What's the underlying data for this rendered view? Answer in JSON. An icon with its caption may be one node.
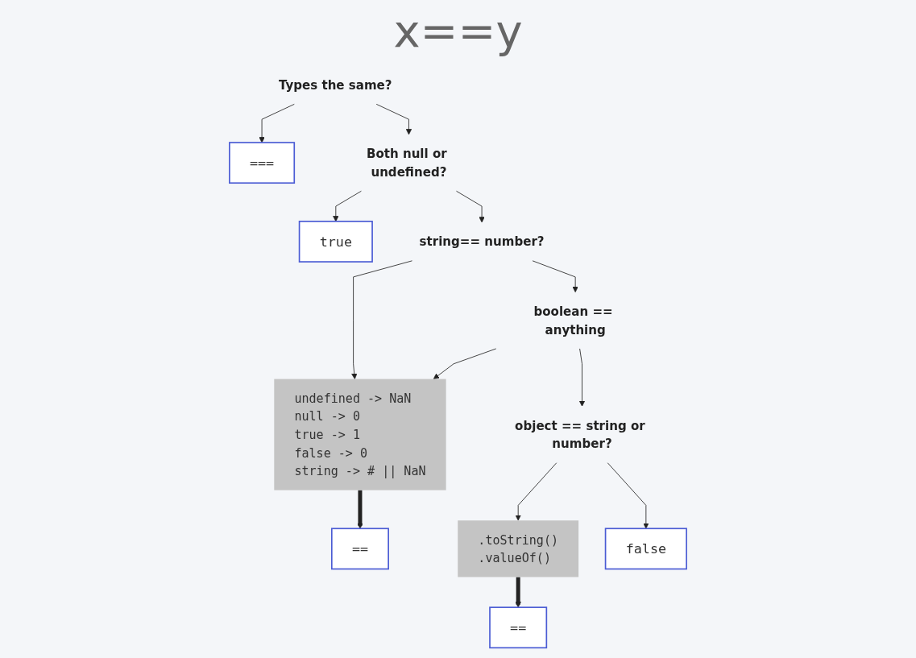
{
  "diagram": {
    "title": "x==y",
    "nodes": [
      {
        "text": [
          "Types the same?"
        ]
      },
      {
        "text": [
          "==="
        ]
      },
      {
        "text": [
          "Both null or undefined?"
        ]
      },
      {
        "text": [
          "true"
        ]
      },
      {
        "text": [
          "string== number?"
        ]
      },
      {
        "text": [
          "boolean == anything"
        ]
      },
      {
        "text": [
          "undefined -> NaN",
          "null -> 0",
          "true -> 1",
          "false -> 0",
          "string -> # || NaN"
        ]
      },
      {
        "text": [
          "object == string or number?"
        ]
      },
      {
        "text": [
          ".toString()",
          ".valueOf()"
        ]
      },
      {
        "text": [
          "false"
        ]
      },
      {
        "text": [
          "=="
        ]
      },
      {
        "text": [
          "=="
        ]
      }
    ],
    "edges": [
      {
        "from": 0,
        "to": 1,
        "arrow": "to"
      },
      {
        "from": 0,
        "to": 2,
        "arrow": "to"
      },
      {
        "from": 2,
        "to": 3,
        "arrow": "to"
      },
      {
        "from": 2,
        "to": 4,
        "arrow": "to"
      },
      {
        "from": 4,
        "to": 6,
        "arrow": "to"
      },
      {
        "from": 4,
        "to": 5,
        "arrow": "to"
      },
      {
        "from": 5,
        "to": 6,
        "arrow": "to"
      },
      {
        "from": 5,
        "to": 7,
        "arrow": "to"
      },
      {
        "from": 7,
        "to": 8,
        "arrow": "to"
      },
      {
        "from": 7,
        "to": 9,
        "arrow": "to"
      },
      {
        "from": 6,
        "to": 10,
        "arrow": "to",
        "style": "thick"
      },
      {
        "from": 8,
        "to": 11,
        "arrow": "to",
        "style": "thick"
      }
    ]
  }
}
